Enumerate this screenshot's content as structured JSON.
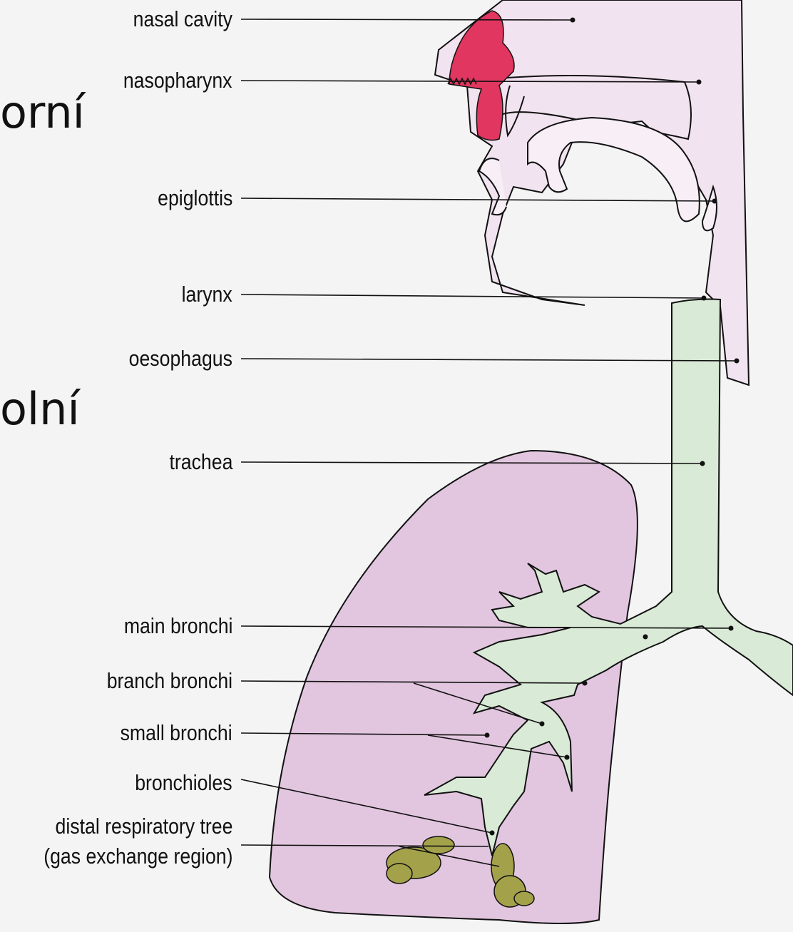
{
  "side_words": {
    "upper": "orní",
    "lower": "olní"
  },
  "labels": {
    "nasal_cavity": "nasal cavity",
    "nasopharynx": "nasopharynx",
    "epiglottis": "epiglottis",
    "larynx": "larynx",
    "oesophagus": "oesophagus",
    "trachea": "trachea",
    "main_bronchi": "main bronchi",
    "branch_bronchi": "branch bronchi",
    "small_bronchi": "small bronchi",
    "bronchioles": "bronchioles",
    "distal_line1": "distal respiratory tree",
    "distal_line2": "(gas exchange region)"
  },
  "colors": {
    "background": "#f4f4f4",
    "lung": "#e2c6df",
    "airway_pink": "#f1e3ef",
    "nasal_highlight": "#e0365f",
    "trachea": "#d9ead6",
    "gas_exchange": "#a3a24a",
    "line": "#111111"
  }
}
